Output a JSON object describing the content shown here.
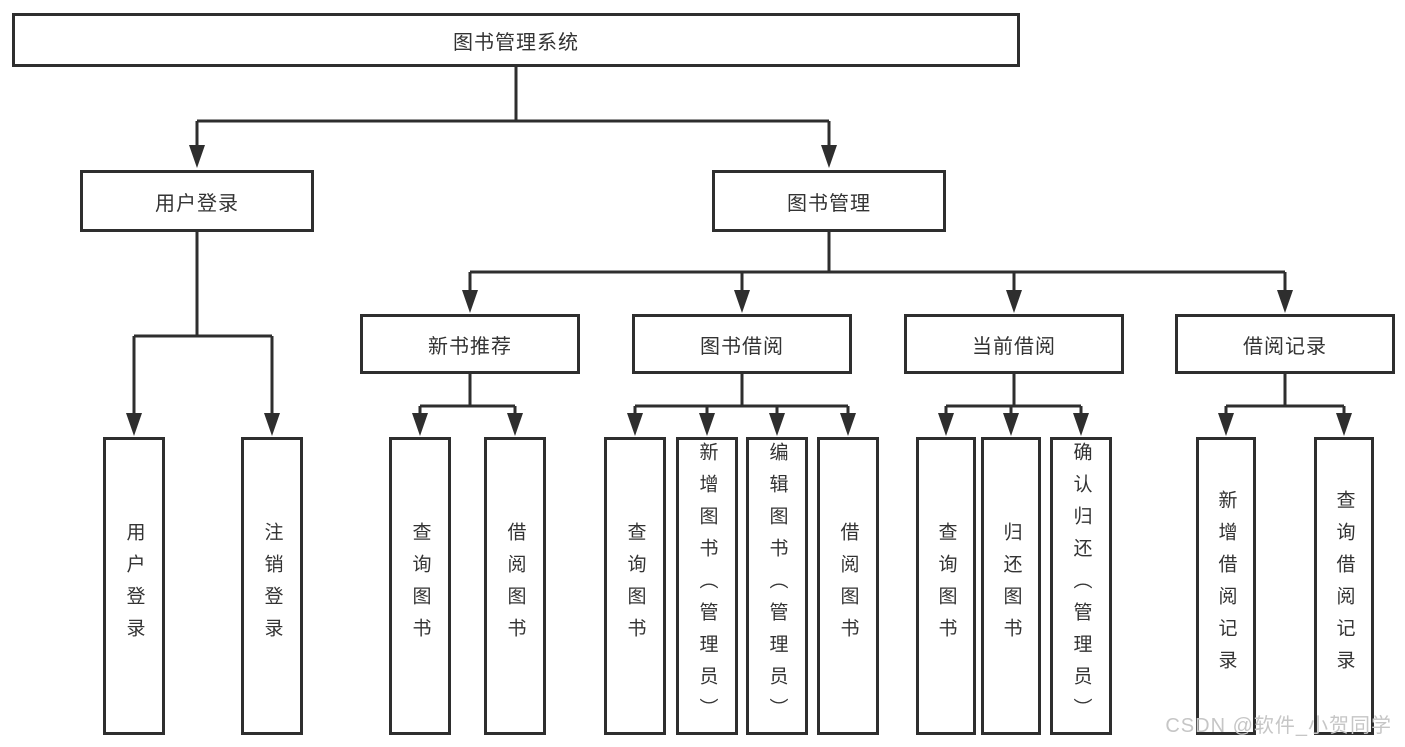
{
  "diagram": {
    "title": "图书管理系统",
    "colors": {
      "line": "#2e2e2e",
      "box_border": "#2e2e2e",
      "text": "#333333",
      "background": "#ffffff",
      "watermark": "#c6c6c6"
    },
    "nodes": {
      "root": {
        "label": "图书管理系统"
      },
      "user_login": {
        "label": "用户登录"
      },
      "book_mgmt": {
        "label": "图书管理"
      },
      "new_book_rec": {
        "label": "新书推荐"
      },
      "book_borrow": {
        "label": "图书借阅"
      },
      "current_borrow": {
        "label": "当前借阅"
      },
      "borrow_record": {
        "label": "借阅记录"
      },
      "leaf_user_login": {
        "label": "用户登录"
      },
      "leaf_logout": {
        "label": "注销登录"
      },
      "leaf_nb_query": {
        "label": "查询图书"
      },
      "leaf_nb_borrow": {
        "label": "借阅图书"
      },
      "leaf_bb_query": {
        "label": "查询图书"
      },
      "leaf_bb_add": {
        "label": "新增图书（管理员）"
      },
      "leaf_bb_edit": {
        "label": "编辑图书（管理员）"
      },
      "leaf_bb_borrow": {
        "label": "借阅图书"
      },
      "leaf_cb_query": {
        "label": "查询图书"
      },
      "leaf_cb_return": {
        "label": "归还图书"
      },
      "leaf_cb_confirm": {
        "label": "确认归还（管理员）"
      },
      "leaf_br_add": {
        "label": "新增借阅记录"
      },
      "leaf_br_query": {
        "label": "查询借阅记录"
      }
    },
    "watermark": "CSDN @软件_小贺同学"
  }
}
